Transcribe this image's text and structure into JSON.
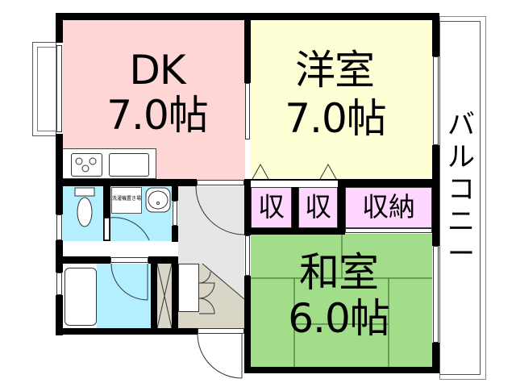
{
  "floorplan": {
    "rooms": {
      "dk": {
        "name": "DK",
        "size": "7.0帖",
        "color": "#ffd6d6"
      },
      "western": {
        "name": "洋室",
        "size": "7.0帖",
        "color": "#ffffd6"
      },
      "japanese": {
        "name": "和室",
        "size": "6.0帖",
        "color": "#a2dd8a"
      },
      "balcony": {
        "name": "バルコニー",
        "color": "#ffffff"
      },
      "storage": [
        {
          "label": "収",
          "color": "#ffd6ff"
        },
        {
          "label": "収",
          "color": "#ffd6ff"
        },
        {
          "label": "収納",
          "color": "#ffd6ff"
        }
      ],
      "washroom": {
        "color": "#b3efff",
        "washer_label": "洗濯機置き場"
      },
      "toilet": {
        "color": "#b3efff"
      },
      "bath": {
        "color": "#b3efff"
      },
      "hall": {
        "color": "#e6e6e6"
      },
      "entrance": {
        "color": "#d9d6c8"
      }
    },
    "wall_color": "#000000"
  }
}
